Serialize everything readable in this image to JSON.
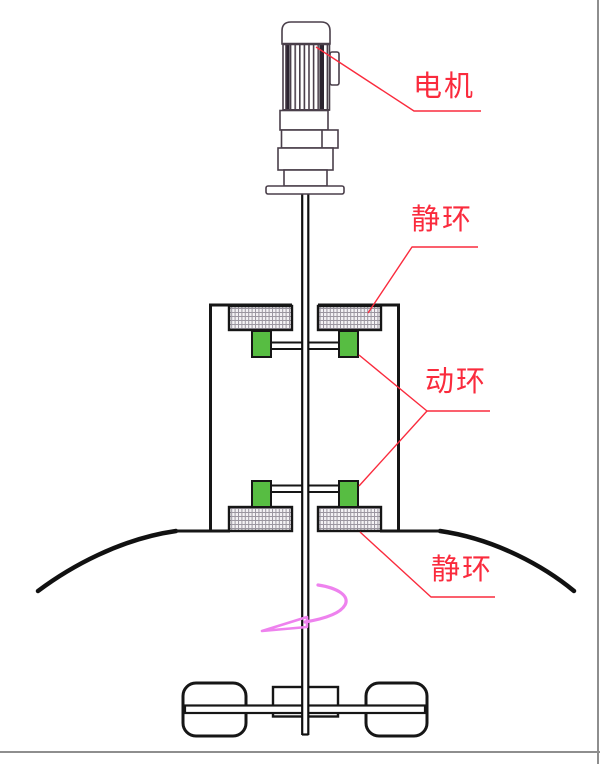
{
  "diagram": {
    "type": "mechanical-seal-agitator-drawing",
    "labels": {
      "motor": "电机",
      "static_ring_top": "静环",
      "moving_ring": "动环",
      "static_ring_bottom": "静环"
    },
    "colors": {
      "label_red": "#fa2b3d",
      "moving_ring_green": "#57bd42",
      "rotation_arrow_magenta": "#ee82ee",
      "drawing_black": "#161616",
      "motor_outline": "#4a3f4a",
      "hatch_gray": "#9b96a0",
      "frame_gray": "#8e8e8e"
    }
  }
}
